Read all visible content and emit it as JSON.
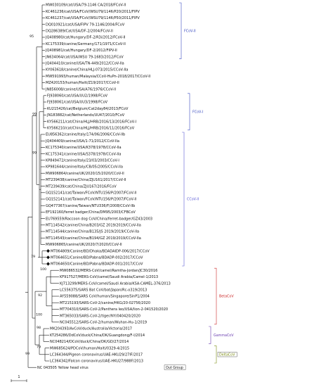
{
  "tree": {
    "leaves": [
      "MW030109/cat/USA/79-1146 CA/2018/FCoV-II",
      "KC461236/cat/USA/FCoV/WSU79/1146/P20/2011/FIPV",
      "KC461237/cat/USA/FCoV/WSU79/1146/P50/2011/FIPV",
      "DQ010921/cat/USA/FIPV 79-1146/2004/FCoV",
      "DQ286389/Cat/USA/DF-2/2004/FCoV-II",
      "JQ408980/cat/Hungary/DF-2/R3i/2012/FCoV-II",
      "KC175339/canine/Germany/171/1971/CCoV-II",
      "JQ408981/cat/Hungary/DF-2/2012/FIPV-II",
      "JN634064/cat/USA/WSU 79-1683/2012/FCoV",
      "JQ404410/canine/USA/TN-449/2012/CCoV-IIa",
      "KY063618/canine/China/HLJ-073/2015/CCoV-IIa",
      "MW591993/human/Malaysia/CCoV-HuPn-2018/2017/CCoV-II",
      "MZ420153/human/Haiti/Z19/2017/CCoV-II",
      "JN856008/canine/USA/A76/1976/CCoV-II",
      "FJ938060/cat/USA/UU2/1998/FCoV",
      "FJ938061/cat/USA/UU3/1998/FCoV",
      "KU215426/cat/Belgium/Cat2day84/2013/FCoV",
      "JN183882/cat/Netherlands/UU47/2010/FCoV",
      "KY566211/cat/China/HLJ/HRB/2016/13/2016/FCoV-I",
      "KY566210/cat/China/HLJ/HRB/2016/11/2016/FCoV",
      "EU856362/canine/Italy/174/06/2006/CCoV-IIb",
      "JQ404409/canine/USA/1-71/2012/CCoV-IIa",
      "KC175340/canine/USA/K378/1978/CCoV-IIa",
      "KC175341/canine/USA/S378/1978/CCoV-IIa",
      "KP849472/canine/Italy/23/03/2003/CCoV-I",
      "KP981644/canine/Italy/CB/05/2005/CCoV-IIa",
      "MW906864/canine/UK/2020/15/2020/CCoV-II",
      "MT239438/canine/China/ZJU161/2017/CCoV-II",
      "MT239439/cat/China/ZJU167/2016/FCoV",
      "GQ152141/cat/Taiwan/FCoV/NTU156/P/2007/FCoV-II",
      "GQ152141/cat/Taiwan/FCoV/NTU156/P/2007/FCoV-II",
      "GQ477367/canine/Taiwan/NTU336/F/2008/CCoV-IIb",
      "EF192160/ferret badger/China/DM95/2003/CFBCoV",
      "EU769559/Raccoon dog CoV/China/ferret-badger/GZ43/2003",
      "MT114542/canine/China/B203/GZ 2019/2019/CCoV-IIa",
      "MT114544/canine/China/B135/JS 2019/2019/CCoV-IIa",
      "MT114543/canine/China/B194/GZ 2019/2019/CCoV-IIa",
      "MW906865/canine/UK/2020/7/2020/CCoV-II",
      "MT064809/Canine/BD/Dhaka/BDADAIDP-006/2017/CCoV",
      "MT064651/Canine/BD/Pabna/BDADP-002/2017/CCoV",
      "MT064650/Canine/BD/Pabna/BDADP-001/2017/CCoV",
      "MW086532/MERS-CoV/camel/Ramtha-Jordan/JC30/2016",
      "KF917527/MERS-CoV/camel/Saudi Arabia/Camel-1/2013",
      "KJ713299/MERS-CoV/camel/Saudi Arabia/KSA-CAMEL-376/2013",
      "LC556375/SARS Bat CoV/bat/Japan/Rc-o319/2013",
      "AY559088/SARS CoV/human/Singapore/SinP1/2004",
      "MT215193/SARS-CoV-2/canine/HKG/20-02756/2020",
      "MT704310/SARS-CoV-2/Panthera leo/USA/lion-2-041520/2020",
      "MT365033/SARS-CoV-2/tiger/NY/040420/2020",
      "NC045512/SARS-CoV-2/human/Wuhan-Hu-1/2019",
      "MK204393/AvCoV/duck/Australia/Victoria/2017",
      "KT254286/DdCoV/duck/China/DK/Guangdong/F-l/2014",
      "NC048214/DCoV/duck/China/DK/GD/27/2014",
      "MW685624/PDCoV/human/Haiti/0329-4/2015",
      "LC364344/Pigeon coronavirus/UAE-HKU29/27IF/2017",
      "LC364342/Falcon coronavirus/UAE-HKU27/988F/2013",
      "NC 043505 Yellow head virus"
    ],
    "bootstrap": [
      "95",
      "99",
      "99",
      "79",
      "100",
      "92",
      "100",
      "98",
      "79",
      "99"
    ],
    "groups": [
      {
        "name": "FCoV-II",
        "color": "#3b4cc0"
      },
      {
        "name": "FCoV-I",
        "color": "#3b4cc0"
      },
      {
        "name": "CCoV-II",
        "color": "#5a5ad6"
      },
      {
        "name": "BetaCoV",
        "color": "#cc2b2b"
      },
      {
        "name": "GammaCoV",
        "color": "#6a3db0"
      },
      {
        "name": "DeltaCoV",
        "color": "#7a8a10"
      },
      {
        "name": "Out Group",
        "color": "#111111"
      }
    ],
    "scale_label": "1"
  }
}
